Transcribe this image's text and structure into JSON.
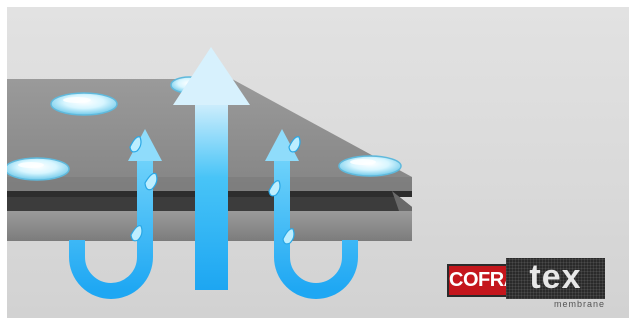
{
  "logo": {
    "brand_red": "COFRA",
    "brand_dark": "tex",
    "tagline": "membrane"
  },
  "colors": {
    "background": "#d9d9d9",
    "membrane_top": "#8a8a8a",
    "membrane_middle": "#3f3f3f",
    "membrane_bottom": "#8a8a8a",
    "arrow": "#2fb6f5",
    "droplet": "#c9f2ff",
    "logo_red": "#c4161c",
    "logo_dark": "#2a2a2a"
  },
  "icons": [
    "water-droplet-icon",
    "vapour-arrow-icon",
    "water-bead-icon"
  ]
}
